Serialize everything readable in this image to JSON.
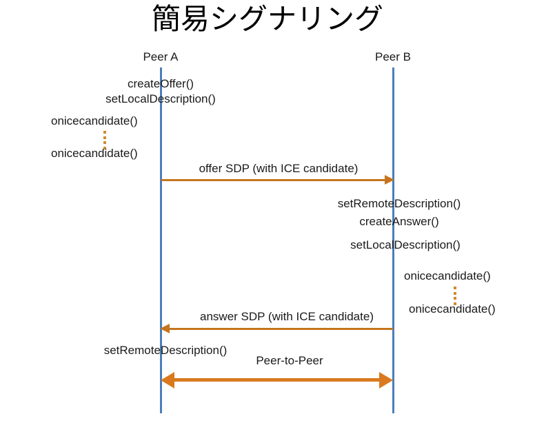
{
  "diagram": {
    "title": "簡易シグナリング",
    "type": "sequence-diagram",
    "colors": {
      "lifeline": "#4a7ebb",
      "arrow": "#c5741d",
      "arrow_thick": "#d97a1e",
      "dots": "#d08a33",
      "text": "#1a1a1a",
      "background": "#ffffff"
    },
    "participants": [
      {
        "name": "peer-a",
        "label": "Peer A"
      },
      {
        "name": "peer-b",
        "label": "Peer B"
      }
    ],
    "peer_a_steps": [
      {
        "label": "createOffer()"
      },
      {
        "label": "setLocalDescription()"
      },
      {
        "label": "onicecandidate()"
      },
      {
        "label": "onicecandidate()"
      },
      {
        "label": "setRemoteDescription()"
      }
    ],
    "peer_b_steps": [
      {
        "label": "setRemoteDescription()"
      },
      {
        "label": "createAnswer()"
      },
      {
        "label": "setLocalDescription()"
      },
      {
        "label": "onicecandidate()"
      },
      {
        "label": "onicecandidate()"
      }
    ],
    "messages": [
      {
        "label": "offer SDP (with ICE candidate)",
        "direction": "right"
      },
      {
        "label": "answer SDP (with ICE candidate)",
        "direction": "left"
      },
      {
        "label": "Peer-to-Peer",
        "direction": "both"
      }
    ]
  }
}
